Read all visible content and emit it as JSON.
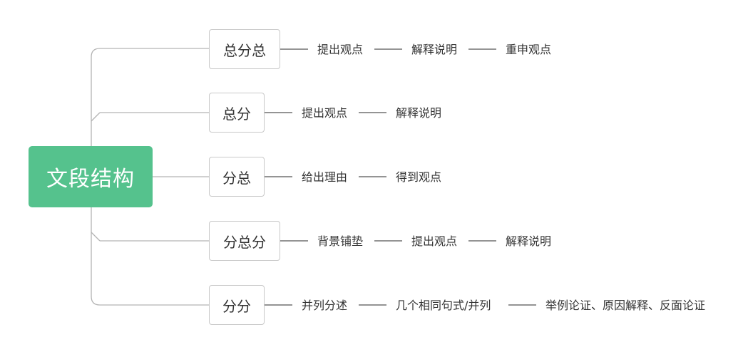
{
  "root": {
    "label": "文段结构",
    "color": "#55c28d"
  },
  "branches": [
    {
      "label": "总分总",
      "items": [
        "提出观点",
        "解释说明",
        "重申观点"
      ]
    },
    {
      "label": "总分",
      "items": [
        "提出观点",
        "解释说明"
      ]
    },
    {
      "label": "分总",
      "items": [
        "给出理由",
        "得到观点"
      ]
    },
    {
      "label": "分总分",
      "items": [
        "背景铺垫",
        "提出观点",
        "解释说明"
      ]
    },
    {
      "label": "分分",
      "items": [
        "并列分述",
        "几个相同句式/并列",
        "举例论证、原因解释、反面论证"
      ]
    }
  ]
}
